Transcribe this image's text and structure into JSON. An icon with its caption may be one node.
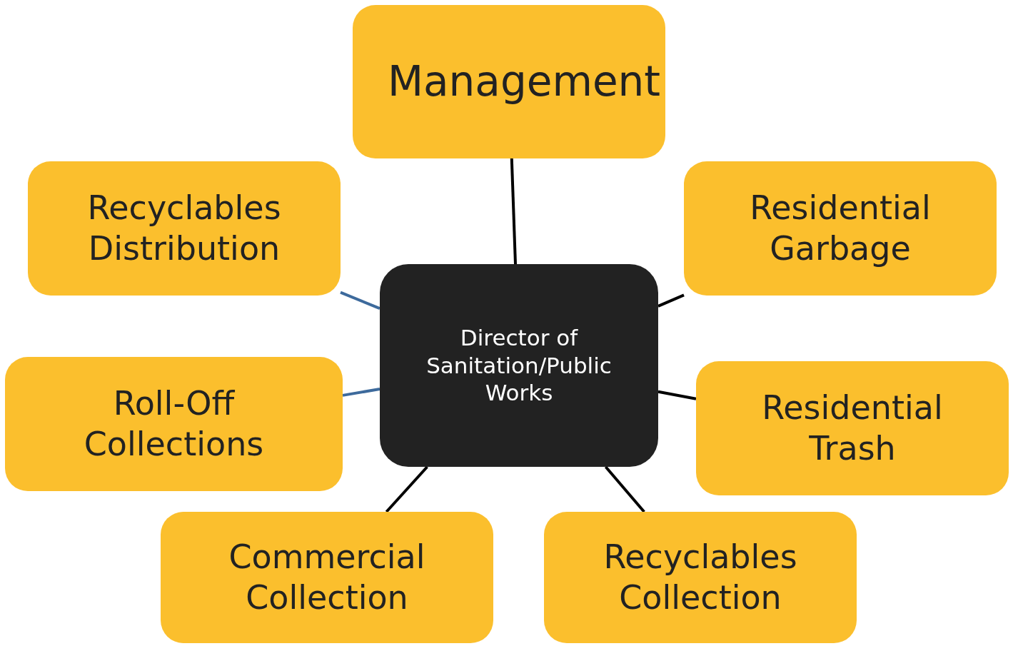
{
  "diagram": {
    "nodes": [
      {
        "text": [
          "Management"
        ]
      },
      {
        "text": [
          "Recyclables Distribution"
        ]
      },
      {
        "text": [
          "Residential Garbage"
        ]
      },
      {
        "text": [
          "Director of Sanitation/Public Works"
        ]
      },
      {
        "text": [
          "Roll-Off Collections"
        ]
      },
      {
        "text": [
          "Residential Trash"
        ]
      },
      {
        "text": [
          "Commercial Collection"
        ]
      },
      {
        "text": [
          "Recyclables Collection"
        ]
      }
    ],
    "edges": [
      {
        "from": 3,
        "to": 0,
        "arrow": "none"
      },
      {
        "from": 3,
        "to": 2,
        "arrow": "none"
      },
      {
        "from": 3,
        "to": 1,
        "arrow": "none",
        "color": "#3d6a9c"
      },
      {
        "from": 3,
        "to": 4,
        "arrow": "none",
        "color": "#3d6a9c"
      },
      {
        "from": 3,
        "to": 5,
        "arrow": "none"
      },
      {
        "from": 3,
        "to": 6,
        "arrow": "none"
      },
      {
        "from": 3,
        "to": 7,
        "arrow": "none"
      }
    ]
  }
}
